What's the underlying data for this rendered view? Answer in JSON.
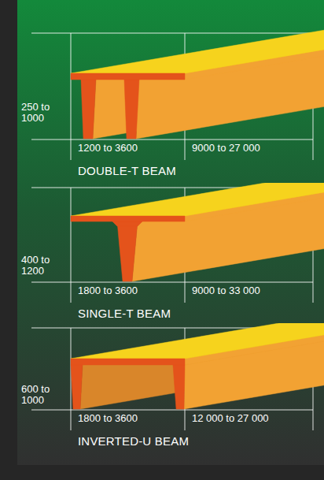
{
  "diagram": {
    "labels": [
      "250 to 1000",
      "1200 to 3600",
      "9000 to 27 000",
      "DOUBLE-T BEAM",
      "400 to 1200",
      "1800 to 3600",
      "9000 to 33 000",
      "SINGLE-T BEAM",
      "600 to 1000",
      "1800 to 3600",
      "12 000 to 27 000",
      "INVERTED-U BEAM"
    ]
  }
}
